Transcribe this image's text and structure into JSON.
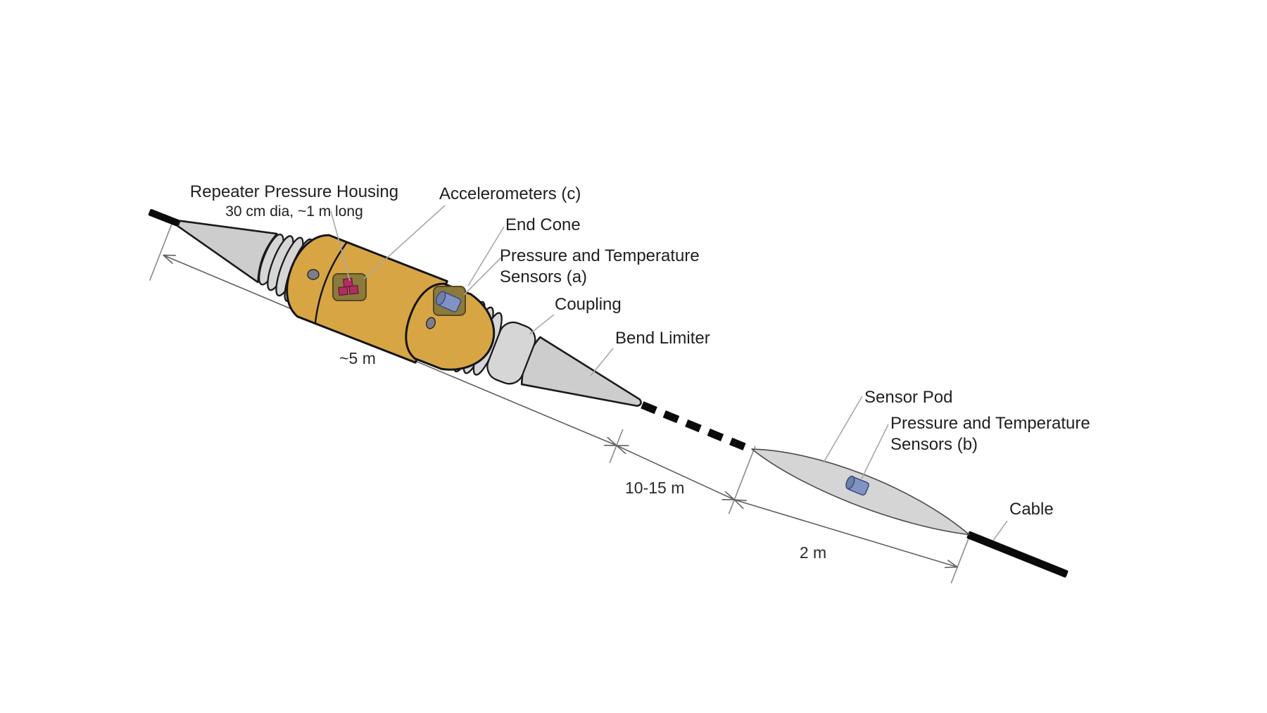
{
  "diagram": {
    "labels": {
      "repeater_housing": {
        "line1": "Repeater Pressure Housing",
        "line2": "30 cm dia, ~1 m long"
      },
      "accelerometers": "Accelerometers (c)",
      "end_cone": "End Cone",
      "pt_sensors_a": {
        "line1": "Pressure and Temperature",
        "line2": "Sensors (a)"
      },
      "coupling": "Coupling",
      "bend_limiter": "Bend Limiter",
      "sensor_pod": "Sensor Pod",
      "pt_sensors_b": {
        "line1": "Pressure and Temperature",
        "line2": "Sensors (b)"
      },
      "cable": "Cable"
    },
    "dimensions": {
      "housing_assembly_length": "~5 m",
      "cable_span": "10-15 m",
      "pod_length": "2 m"
    },
    "colors": {
      "housing_gold": "#D8A545",
      "hardware_gray": "#CDCDCD",
      "rib_gray": "#D6D6D6",
      "pod_gray": "#D5D5D5",
      "accelerometer_magenta": "#B12D62",
      "sensor_blue": "#8193C4",
      "sensor_blue_dark": "#6F80AC",
      "panel_olive": "#8A7A3B",
      "cable_black": "#0A0A0A",
      "outline": "#1A1A1A",
      "leader_gray": "#A8A8A8",
      "dimension_gray": "#606060"
    }
  }
}
